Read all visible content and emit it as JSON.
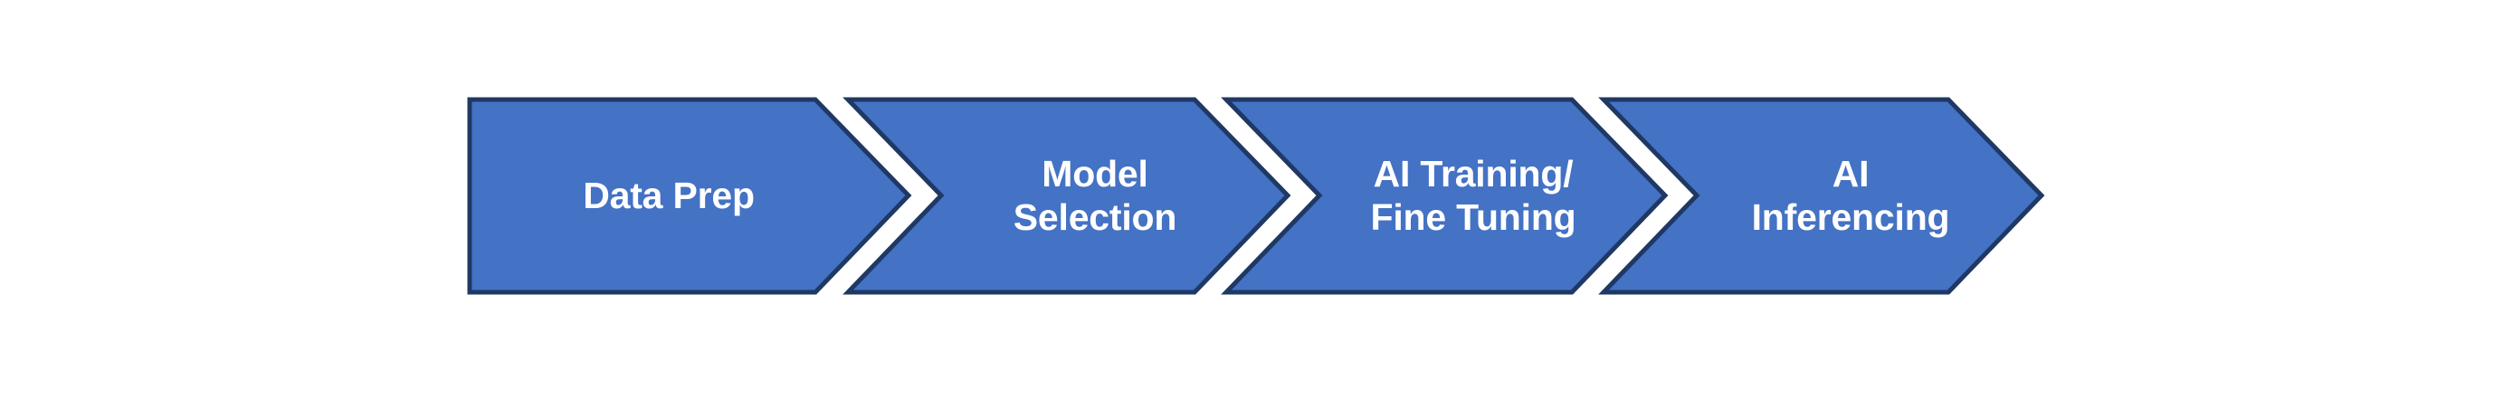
{
  "diagram": {
    "type": "chevron-process-flow",
    "title": "",
    "background_color": "#FFFFFF",
    "shape_fill_color": "#4472C4",
    "shape_border_color": "#1F3864",
    "text_color": "#FFFFFF",
    "direction": "left-to-right",
    "stage_count": 4,
    "stages": [
      {
        "index": 1,
        "name": "data-prep",
        "label": "Data Prep",
        "lines": [
          "Data Prep"
        ],
        "shape": "pentagon-arrow"
      },
      {
        "index": 2,
        "name": "model-selection",
        "label": "Model Selection",
        "lines": [
          "Model",
          "Selection"
        ],
        "shape": "chevron"
      },
      {
        "index": 3,
        "name": "ai-training-fine-tuning",
        "label": "AI Training/ Fine Tuning",
        "lines": [
          "AI Training/",
          "Fine Tuning"
        ],
        "shape": "chevron"
      },
      {
        "index": 4,
        "name": "ai-inferencing",
        "label": "AI Inferencing",
        "lines": [
          "AI",
          "Inferencing"
        ],
        "shape": "chevron"
      }
    ]
  }
}
